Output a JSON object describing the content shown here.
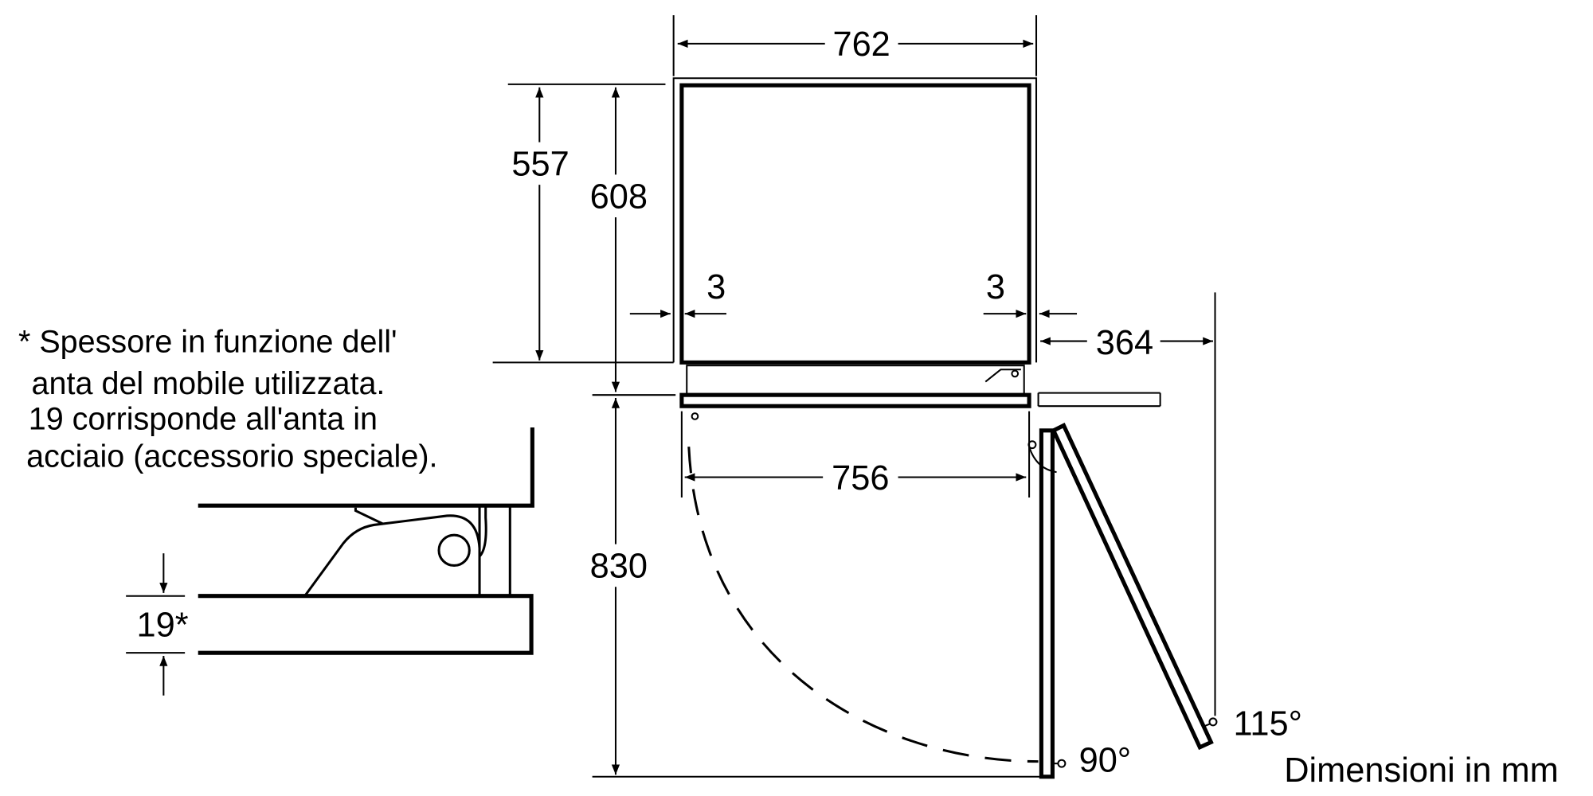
{
  "dimensions": {
    "width_niche": "762",
    "height_557": "557",
    "height_608": "608",
    "gap_left": "3",
    "gap_right": "3",
    "clearance_364": "364",
    "width_756": "756",
    "height_830": "830",
    "door_thickness": "19*"
  },
  "angles": {
    "open_90": "90°",
    "open_115": "115°"
  },
  "note": {
    "lines": [
      "* Spessore in funzione dell'",
      "anta del mobile utilizzata.",
      "19 corrisponde all'anta in",
      "acciaio (accessorio speciale)."
    ]
  },
  "units_label": "Dimensioni in mm"
}
